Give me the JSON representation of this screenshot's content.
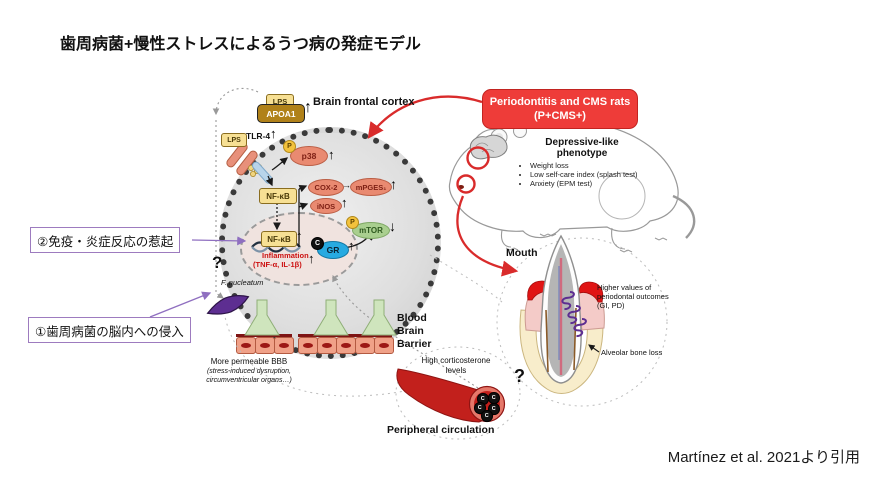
{
  "title": "歯周病菌+慢性ストレスによるうつ病の発症モデル",
  "citation": "Martínez et al. 2021より引用",
  "glyphs": {
    "up": "↑",
    "down": "↓",
    "right": "→",
    "question": "?"
  },
  "badges": {
    "p": "P",
    "c": "C"
  },
  "annotations": {
    "step2": "②免疫・炎症反応の惹起",
    "step1": "①歯周病菌の脳内への侵入"
  },
  "brain": {
    "region": "Brain frontal cortex",
    "lps": "LPS",
    "apoa1": "APOA1",
    "tlr4": "TLR-4",
    "p38": "p38",
    "nfkb": "NF-κB",
    "cox2": "COX-2",
    "mpges": "mPGES₁",
    "inos": "iNOS",
    "mtor": "mTOR",
    "gr": "GR",
    "inflammation1": "Inflammation",
    "inflammation2": "(TNF-α, IL-1β)",
    "fnucleatum": "F. nucleatum"
  },
  "ratbox": {
    "line1": "Periodontitis and CMS rats",
    "line2": "(P+CMS+)"
  },
  "phenotype": {
    "title1": "Depressive-like",
    "title2": "phenotype",
    "bullets": [
      "Weight loss",
      "Low self-care index (splash test)",
      "Anxiety (EPM test)"
    ]
  },
  "mouth": {
    "label": "Mouth",
    "outcomes": "Higher values of periodontal outcomes (GI, PD)",
    "boneloss": "Alveolar bone loss"
  },
  "bbb": {
    "l1": "Blood",
    "l2": "Brain",
    "l3": "Barrier",
    "permeable": "More permeable BBB",
    "note1": "(stress-induced dysruption,",
    "note2": "circumventricular organs…)"
  },
  "circulation": {
    "c1": "High corticosterone",
    "c2": "levels",
    "label": "Peripheral circulation"
  }
}
